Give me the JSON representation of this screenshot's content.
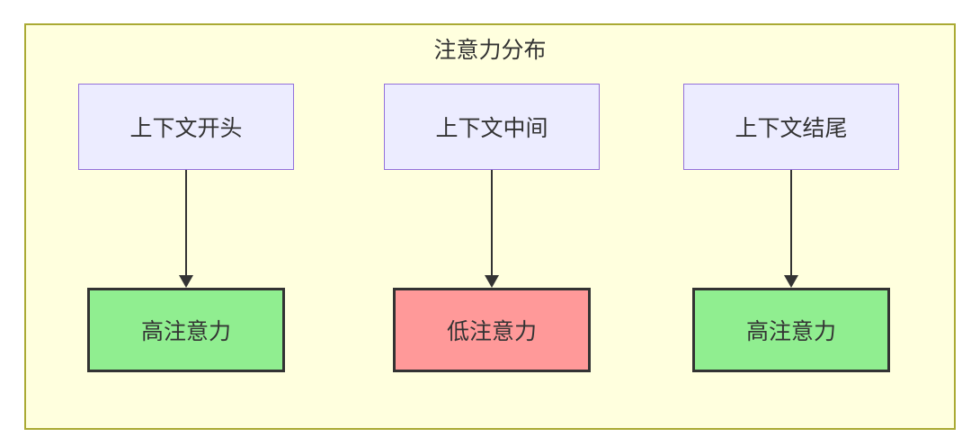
{
  "diagram": {
    "type": "flowchart",
    "title": "注意力分布",
    "columns": [
      {
        "source": "上下文开头",
        "target": "高注意力",
        "target_type": "high",
        "relation": "arrow-down"
      },
      {
        "source": "上下文中间",
        "target": "低注意力",
        "target_type": "low",
        "relation": "arrow-down"
      },
      {
        "source": "上下文结尾",
        "target": "高注意力",
        "target_type": "high",
        "relation": "arrow-down"
      }
    ],
    "colors": {
      "container_bg": "#ffffde",
      "container_border": "#aaaa33",
      "node_bg": "#ececff",
      "node_border": "#9370db",
      "high_bg": "#90ee90",
      "low_bg": "#ff9999",
      "result_border": "#333333",
      "arrow": "#333333",
      "text": "#333333"
    }
  }
}
